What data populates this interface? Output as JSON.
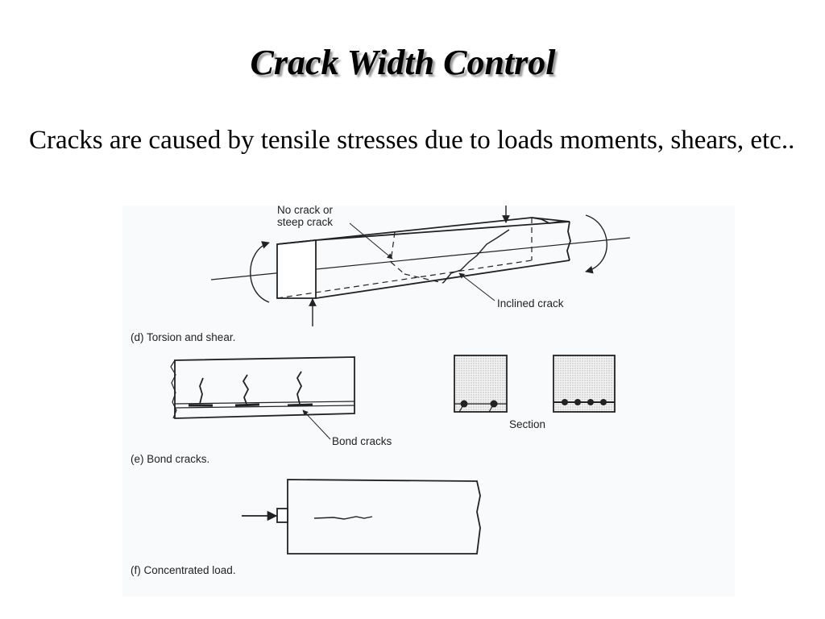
{
  "slide": {
    "title": "Crack Width Control",
    "body": "Cracks are caused by tensile stresses due to loads moments, shears, etc.."
  },
  "figure": {
    "torsion": {
      "label_no_crack_line1": "No crack or",
      "label_no_crack_line2": "steep crack",
      "label_inclined": "Inclined crack",
      "caption": "(d)  Torsion and shear."
    },
    "bond": {
      "label_bond_cracks": "Bond cracks",
      "label_section": "Section",
      "caption": "(e)  Bond cracks."
    },
    "concentrated": {
      "caption": "(f)  Concentrated load."
    }
  }
}
